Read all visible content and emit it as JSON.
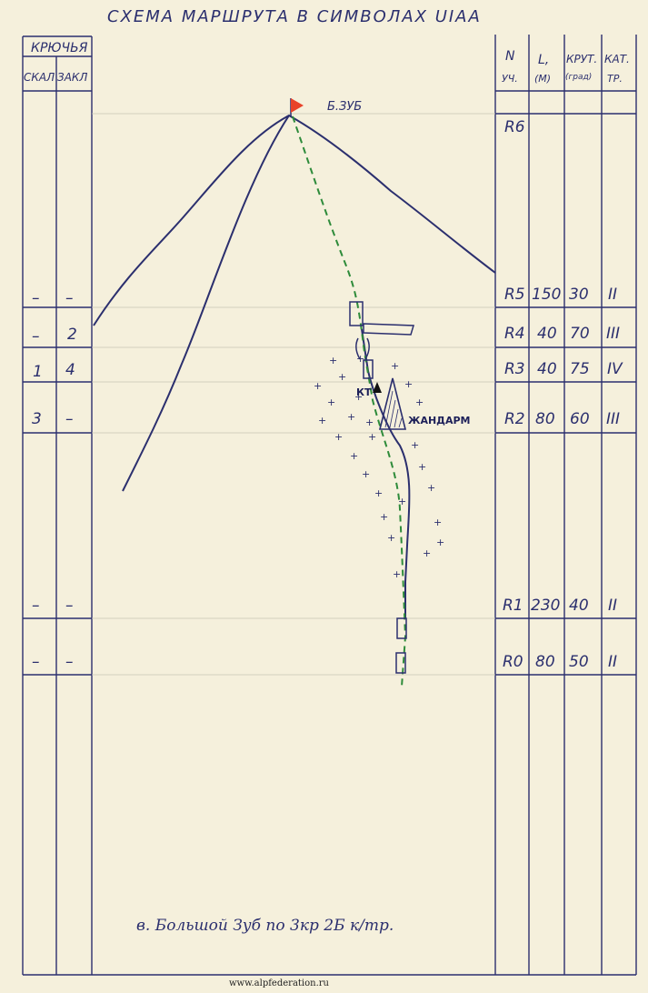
{
  "title": "СХЕМА МАРШРУТА В СИМВОЛАХ UIAA",
  "left_table": {
    "header": "КРЮЧЬЯ",
    "col_rock": "СКАЛ",
    "col_ice": "ЗАКЛ",
    "rows": [
      {
        "rock": "–",
        "ice": "–"
      },
      {
        "rock": "–",
        "ice": "2"
      },
      {
        "rock": "1",
        "ice": "4"
      },
      {
        "rock": "3",
        "ice": "–"
      },
      {
        "rock": "–",
        "ice": "–"
      },
      {
        "rock": "–",
        "ice": "–"
      }
    ]
  },
  "right_table": {
    "headers": {
      "num": "N",
      "num2": "УЧ.",
      "len": "L,",
      "len2": "(М)",
      "steep": "КРУТ.",
      "steep2": "(град)",
      "cat": "КАТ.",
      "cat2": "ТР."
    },
    "rows": [
      {
        "id": "R6",
        "len": "",
        "steep": "",
        "cat": ""
      },
      {
        "id": "R5",
        "len": "150",
        "steep": "30",
        "cat": "II"
      },
      {
        "id": "R4",
        "len": "40",
        "steep": "70",
        "cat": "III"
      },
      {
        "id": "R3",
        "len": "40",
        "steep": "75",
        "cat": "IV"
      },
      {
        "id": "R2",
        "len": "80",
        "steep": "60",
        "cat": "III"
      },
      {
        "id": "R1",
        "len": "230",
        "steep": "40",
        "cat": "II"
      },
      {
        "id": "R0",
        "len": "80",
        "steep": "50",
        "cat": "II"
      }
    ]
  },
  "diagram": {
    "peak_label": "Б.ЗУБ",
    "kt_label": "КТ",
    "gendarme_label": "ЖАНДАРМ",
    "flag_color": "#e8432a",
    "line_color": "#2b2f6e",
    "route_color": "#2e8b3a"
  },
  "footer_note": "в. Большой Зуб по 3кр 2Б к/тр.",
  "website": "www.alpfederation.ru"
}
